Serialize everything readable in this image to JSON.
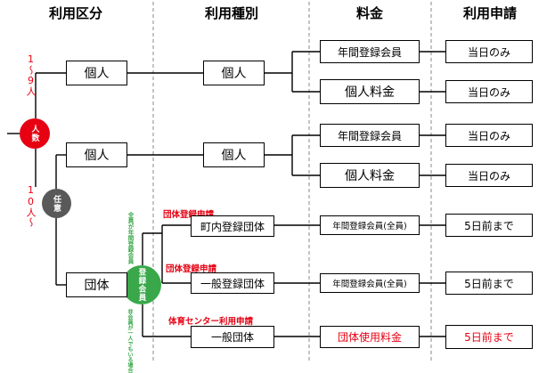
{
  "headers": {
    "usage_category": "利用区分",
    "usage_type": "利用種別",
    "fee": "料金",
    "application": "利用申請"
  },
  "branches": {
    "headcount_circle": "人数",
    "voluntary_circle": "任意",
    "member_circle": "登録会員",
    "one_to_nine": "1〜9人",
    "ten_plus": "10人〜",
    "all_members_registered": "全員が年間登録会員",
    "non_members_included": "非会員が一人でもいる場合"
  },
  "rows": {
    "r1": {
      "category": "個人",
      "type": "個人",
      "fee_a": "年間登録会員",
      "app_a": "当日のみ",
      "fee_b": "個人料金",
      "app_b": "当日のみ"
    },
    "r2": {
      "category": "個人",
      "type": "個人",
      "fee_a": "年間登録会員",
      "app_a": "当日のみ",
      "fee_b": "個人料金",
      "app_b": "当日のみ"
    },
    "r3": {
      "category": "団体",
      "type_a": "町内登録団体",
      "label_a": "団体登録申請",
      "fee_a": "年間登録会員(全員)",
      "app_a": "5日前まで",
      "type_b": "一般登録団体",
      "label_b": "団体登録申請",
      "fee_b": "年間登録会員(全員)",
      "app_b": "5日前まで",
      "type_c": "一般団体",
      "label_c": "体育センター利用申請",
      "fee_c": "団体使用料金",
      "app_c": "5日前まで"
    }
  },
  "colors": {
    "red": "#e60012",
    "gray": "#595959",
    "green": "#3aa84a"
  }
}
